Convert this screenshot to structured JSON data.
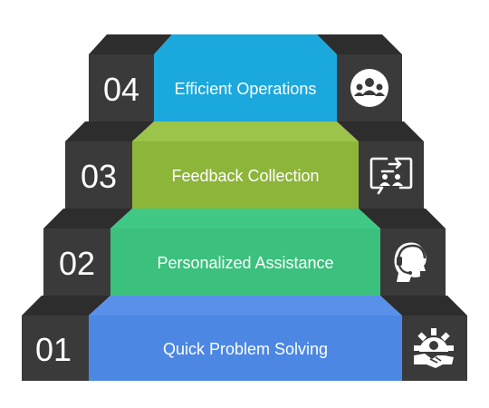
{
  "steps": [
    {
      "number": "04",
      "label": "Efficient Operations",
      "color": "#1BA8DC",
      "top_color": "#1BA8DC",
      "icon": "team-circle-icon"
    },
    {
      "number": "03",
      "label": "Feedback Collection",
      "color": "#8DB53A",
      "top_color": "#9CC44A",
      "icon": "feedback-exchange-icon"
    },
    {
      "number": "02",
      "label": "Personalized Assistance",
      "color": "#3CC07E",
      "top_color": "#3FC985",
      "icon": "support-headset-icon"
    },
    {
      "number": "01",
      "label": "Quick Problem Solving",
      "color": "#4C87E4",
      "top_color": "#5890EA",
      "icon": "gear-handshake-icon"
    }
  ],
  "colors": {
    "side_block": "#3A3A3A",
    "side_top": "#2C2C2C",
    "text": "#FFFFFF"
  }
}
